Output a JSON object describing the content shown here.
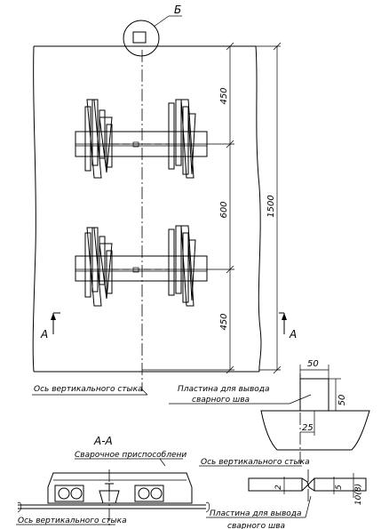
{
  "view_callout": "Б",
  "section_marks": {
    "left": "А",
    "right": "А"
  },
  "dimensions": {
    "top_spacing": "450",
    "middle_spacing": "600",
    "bottom_spacing": "450",
    "total_height": "1500",
    "plate_width": "50",
    "plate_height": "50",
    "plate_offset": "25",
    "gap_small": "2",
    "gap_right": "5",
    "thickness": "10(8)"
  },
  "labels": {
    "vertical_joint_axis_main": "Ось вертикального стыка",
    "plate_for_weld_line1": "Пластина для вывода",
    "plate_for_weld_line2": "сварного шва",
    "vertical_joint_axis_detail": "Ось вертикального стыка",
    "section_title": "А-А",
    "welding_fixture": "Сварочное приспособлени",
    "vertical_joint_axis_section": "Ось вертикального стыка",
    "plate_for_weld_bottom_line1": "Пластина для вывода",
    "plate_for_weld_bottom_line2": "сварного шва"
  }
}
